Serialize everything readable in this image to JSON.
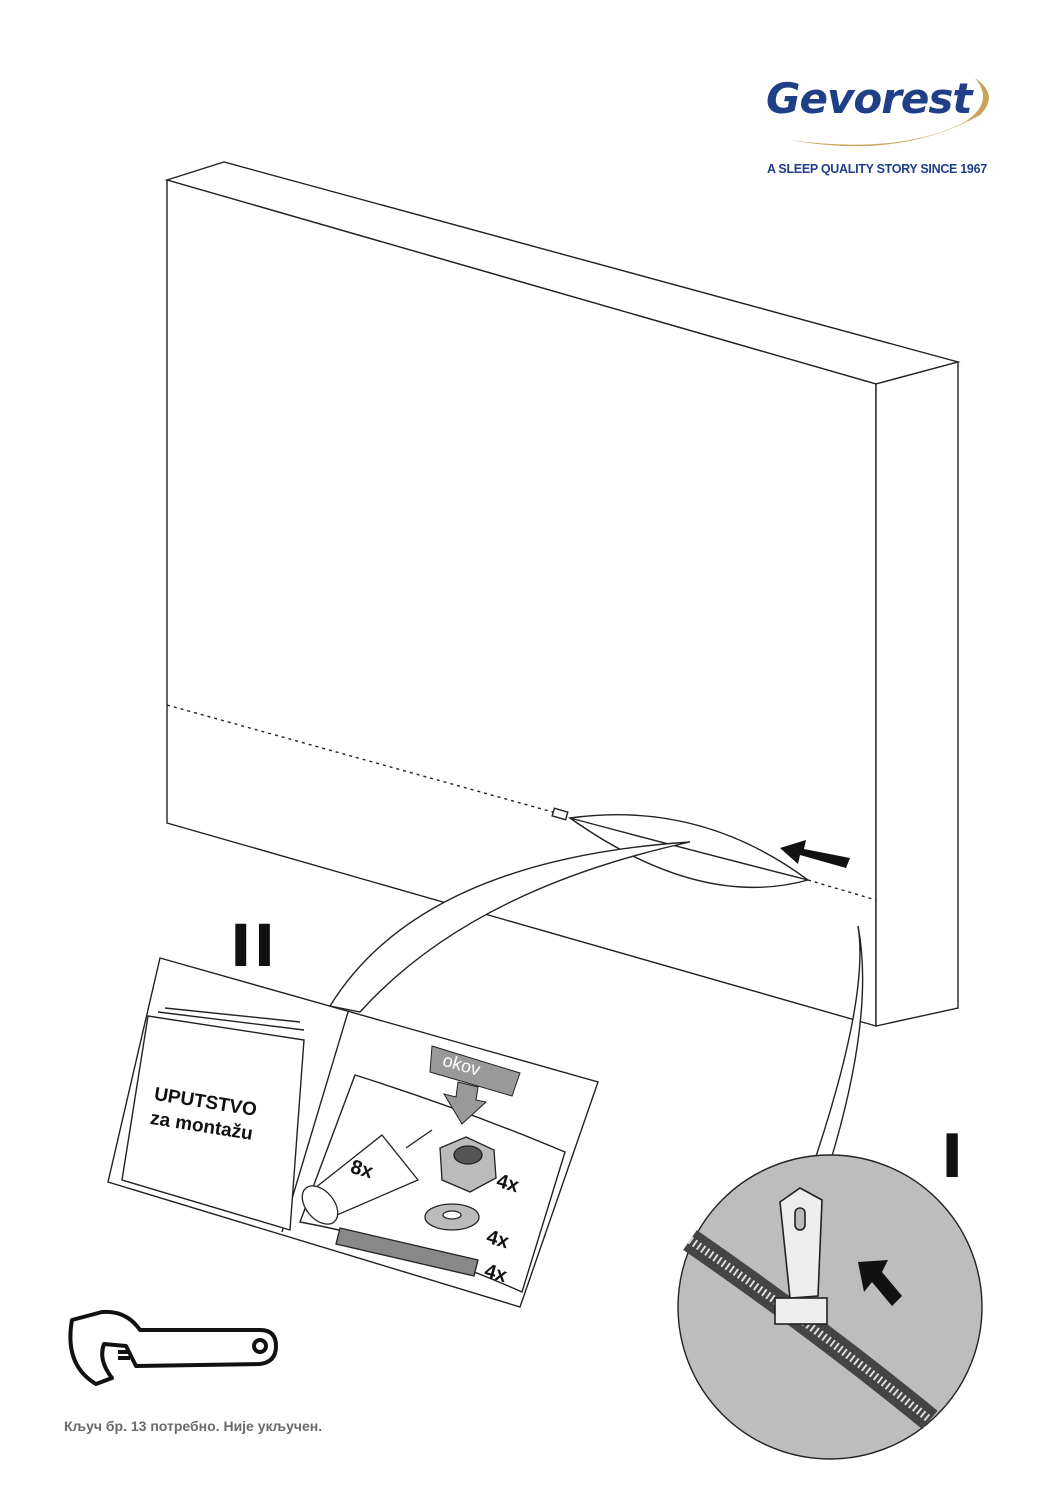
{
  "brand": {
    "name": "Gevorest",
    "tagline": "A SLEEP QUALITY STORY SINCE 1967",
    "colors": {
      "blue": "#1f3f87",
      "gold": "#c9a35a"
    }
  },
  "steps": {
    "step_1": "I",
    "step_2": "II"
  },
  "manual": {
    "title": "UPUTSTVO",
    "subtitle": "za montažu"
  },
  "hardware": {
    "label": "okov",
    "items": [
      {
        "part": "leg",
        "qty": "8x"
      },
      {
        "part": "nut",
        "qty": "4x"
      },
      {
        "part": "washer",
        "qty": "4x"
      },
      {
        "part": "threaded-rod",
        "qty": "4x"
      }
    ]
  },
  "icons": [
    "wrench-icon",
    "zipper-pull-icon",
    "arrow-icon"
  ],
  "footer": {
    "note": "Кључ бр. 13 потребно. Није укључен."
  }
}
